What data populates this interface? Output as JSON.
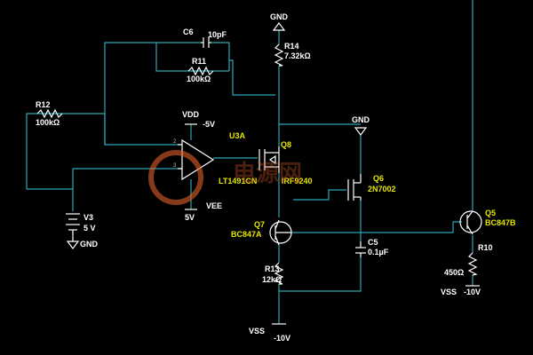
{
  "components": {
    "c6": {
      "ref": "C6",
      "value": "10pF"
    },
    "r11": {
      "ref": "R11",
      "value": "100kΩ"
    },
    "r12": {
      "ref": "R12",
      "value": "100kΩ"
    },
    "r14": {
      "ref": "R14",
      "value": "7.32kΩ"
    },
    "r13": {
      "ref": "R13",
      "value": "12kΩ"
    },
    "r10": {
      "ref": "R10",
      "value": "450Ω"
    },
    "c5": {
      "ref": "C5",
      "value": "0.1µF"
    },
    "u3a": {
      "ref": "U3A",
      "part": "LT1491CN",
      "pin_plus": "3",
      "pin_minus": "2"
    },
    "q8": {
      "ref": "Q8",
      "part": "IRF9240"
    },
    "q6": {
      "ref": "Q6",
      "part": "2N7002"
    },
    "q7": {
      "ref": "Q7",
      "part": "BC847A"
    },
    "q5": {
      "ref": "Q5",
      "part": "BC847B"
    },
    "v3": {
      "ref": "V3",
      "value": "5 V"
    }
  },
  "rails": {
    "gnd_top": "GND",
    "gnd_mid": "GND",
    "gnd_v3": "GND",
    "vdd": "VDD",
    "vdd_value": "-5V",
    "vee": "VEE",
    "vee_value": "5V",
    "vss_left": "VSS",
    "vss_left_value": "-10V",
    "vss_right": "VSS",
    "vss_right_value": "-10V"
  },
  "watermark": "电源网",
  "colors": {
    "background": "#000000",
    "wire": "#2aa7b5",
    "component": "#ffffff",
    "designator": "#e6e600",
    "watermark": "#e0602a"
  }
}
